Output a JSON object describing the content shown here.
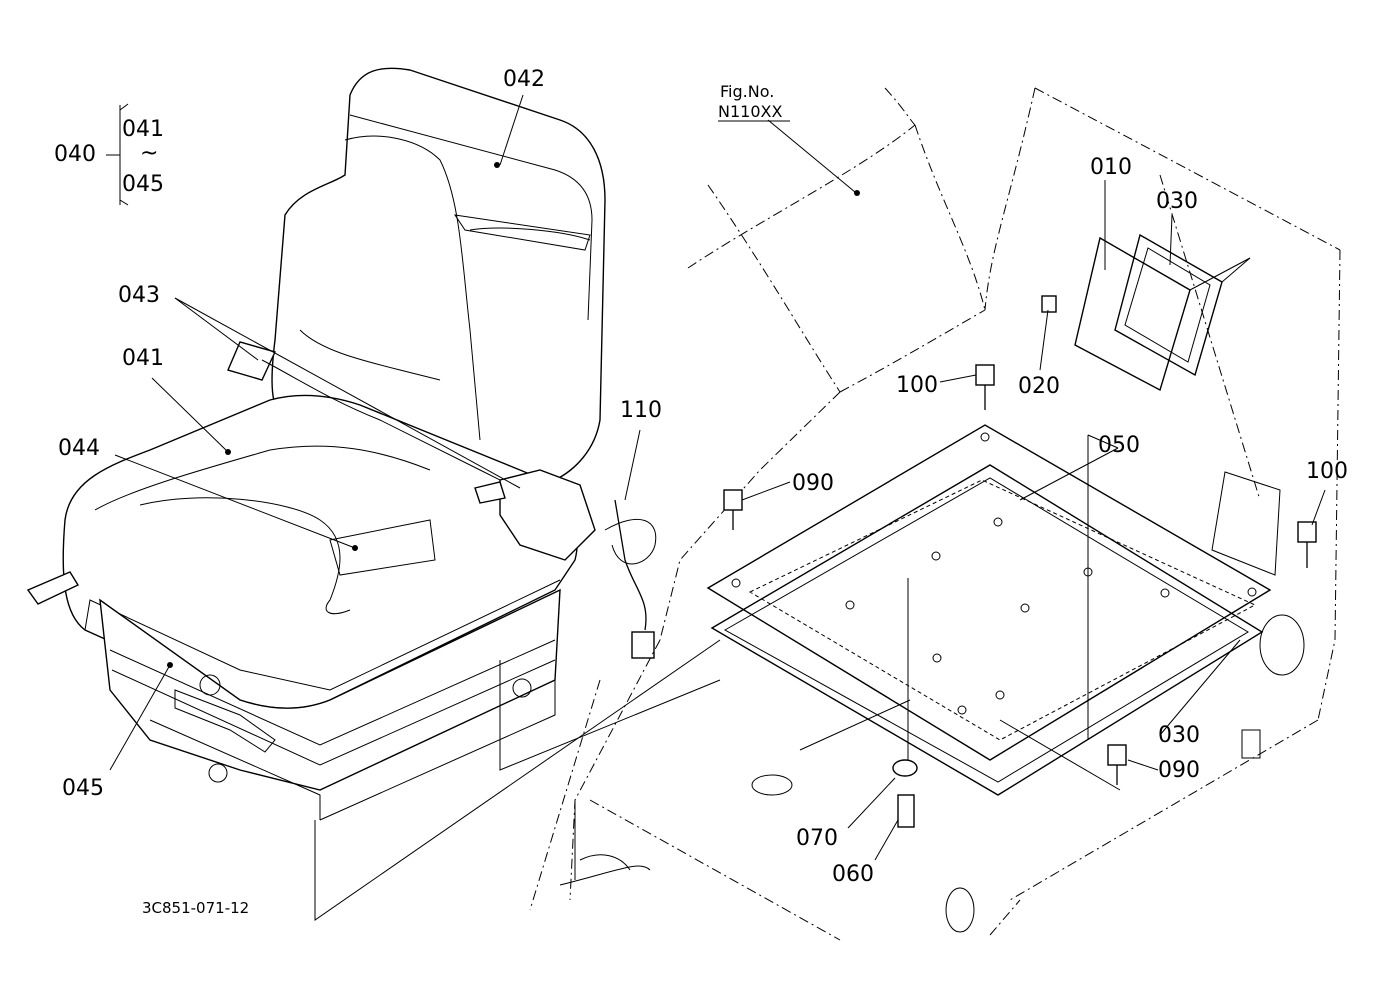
{
  "figure": {
    "fig_label": "Fig.No.",
    "fig_number": "N110XX",
    "drawing_code": "3C851-071-12"
  },
  "callouts": {
    "c040": "040",
    "c041_top": "041",
    "c041_wave": "~",
    "c045_top": "045",
    "c042": "042",
    "c043": "043",
    "c041": "041",
    "c044": "044",
    "c045": "045",
    "c110": "110",
    "c090_a": "090",
    "c090_b": "090",
    "c100_a": "100",
    "c100_b": "100",
    "c010": "010",
    "c030_a": "030",
    "c030_b": "030",
    "c020": "020",
    "c050": "050",
    "c070": "070",
    "c060": "060"
  }
}
